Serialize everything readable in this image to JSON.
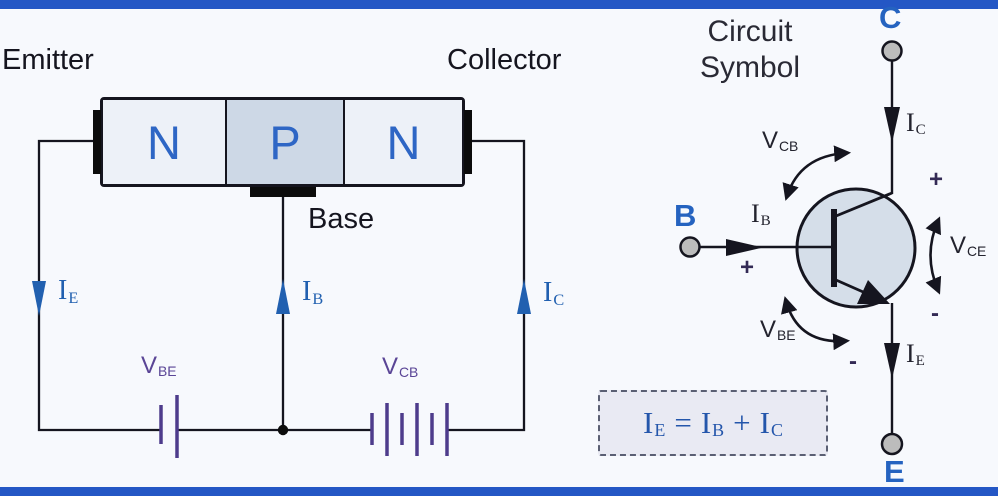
{
  "colors": {
    "frame_bar": "#2457c5",
    "background": "#f7f9fd",
    "npn_letter": "#2e66c5",
    "p_region_fill": "#cdd8e6",
    "n_region_fill": "#edf1f8",
    "current_blue": "#2160b0",
    "voltage_purple": "#5a4596",
    "terminal_blue": "#2563c0",
    "equation_blue": "#2456ab",
    "symbol_fill": "#d5dee9",
    "terminal_gray": "#bcbcbc"
  },
  "left_diagram": {
    "emitter_label": "Emitter",
    "collector_label": "Collector",
    "base_label": "Base",
    "regions": [
      {
        "label": "N"
      },
      {
        "label": "P"
      },
      {
        "label": "N"
      }
    ],
    "currents": {
      "ie": {
        "main": "I",
        "sub": "E"
      },
      "ib": {
        "main": "I",
        "sub": "B"
      },
      "ic": {
        "main": "I",
        "sub": "C"
      }
    },
    "voltages": {
      "vbe": {
        "main": "V",
        "sub": "BE"
      },
      "vcb": {
        "main": "V",
        "sub": "CB"
      }
    }
  },
  "right_diagram": {
    "title_line1": "Circuit",
    "title_line2": "Symbol",
    "terminals": {
      "collector": "C",
      "base": "B",
      "emitter": "E"
    },
    "currents": {
      "ic": {
        "main": "I",
        "sub": "C"
      },
      "ib": {
        "main": "I",
        "sub": "B"
      },
      "ie": {
        "main": "I",
        "sub": "E"
      }
    },
    "voltages": {
      "vcb": {
        "main": "V",
        "sub": "CB"
      },
      "vce": {
        "main": "V",
        "sub": "CE"
      },
      "vbe": {
        "main": "V",
        "sub": "BE"
      }
    },
    "signs": {
      "base_plus": "+",
      "vce_plus": "+",
      "vce_minus": "-",
      "vbe_minus": "-"
    }
  },
  "equation": {
    "t1_main": "I",
    "t1_sub": "E",
    "equals": "=",
    "t2_main": "I",
    "t2_sub": "B",
    "plus": "+",
    "t3_main": "I",
    "t3_sub": "C"
  }
}
